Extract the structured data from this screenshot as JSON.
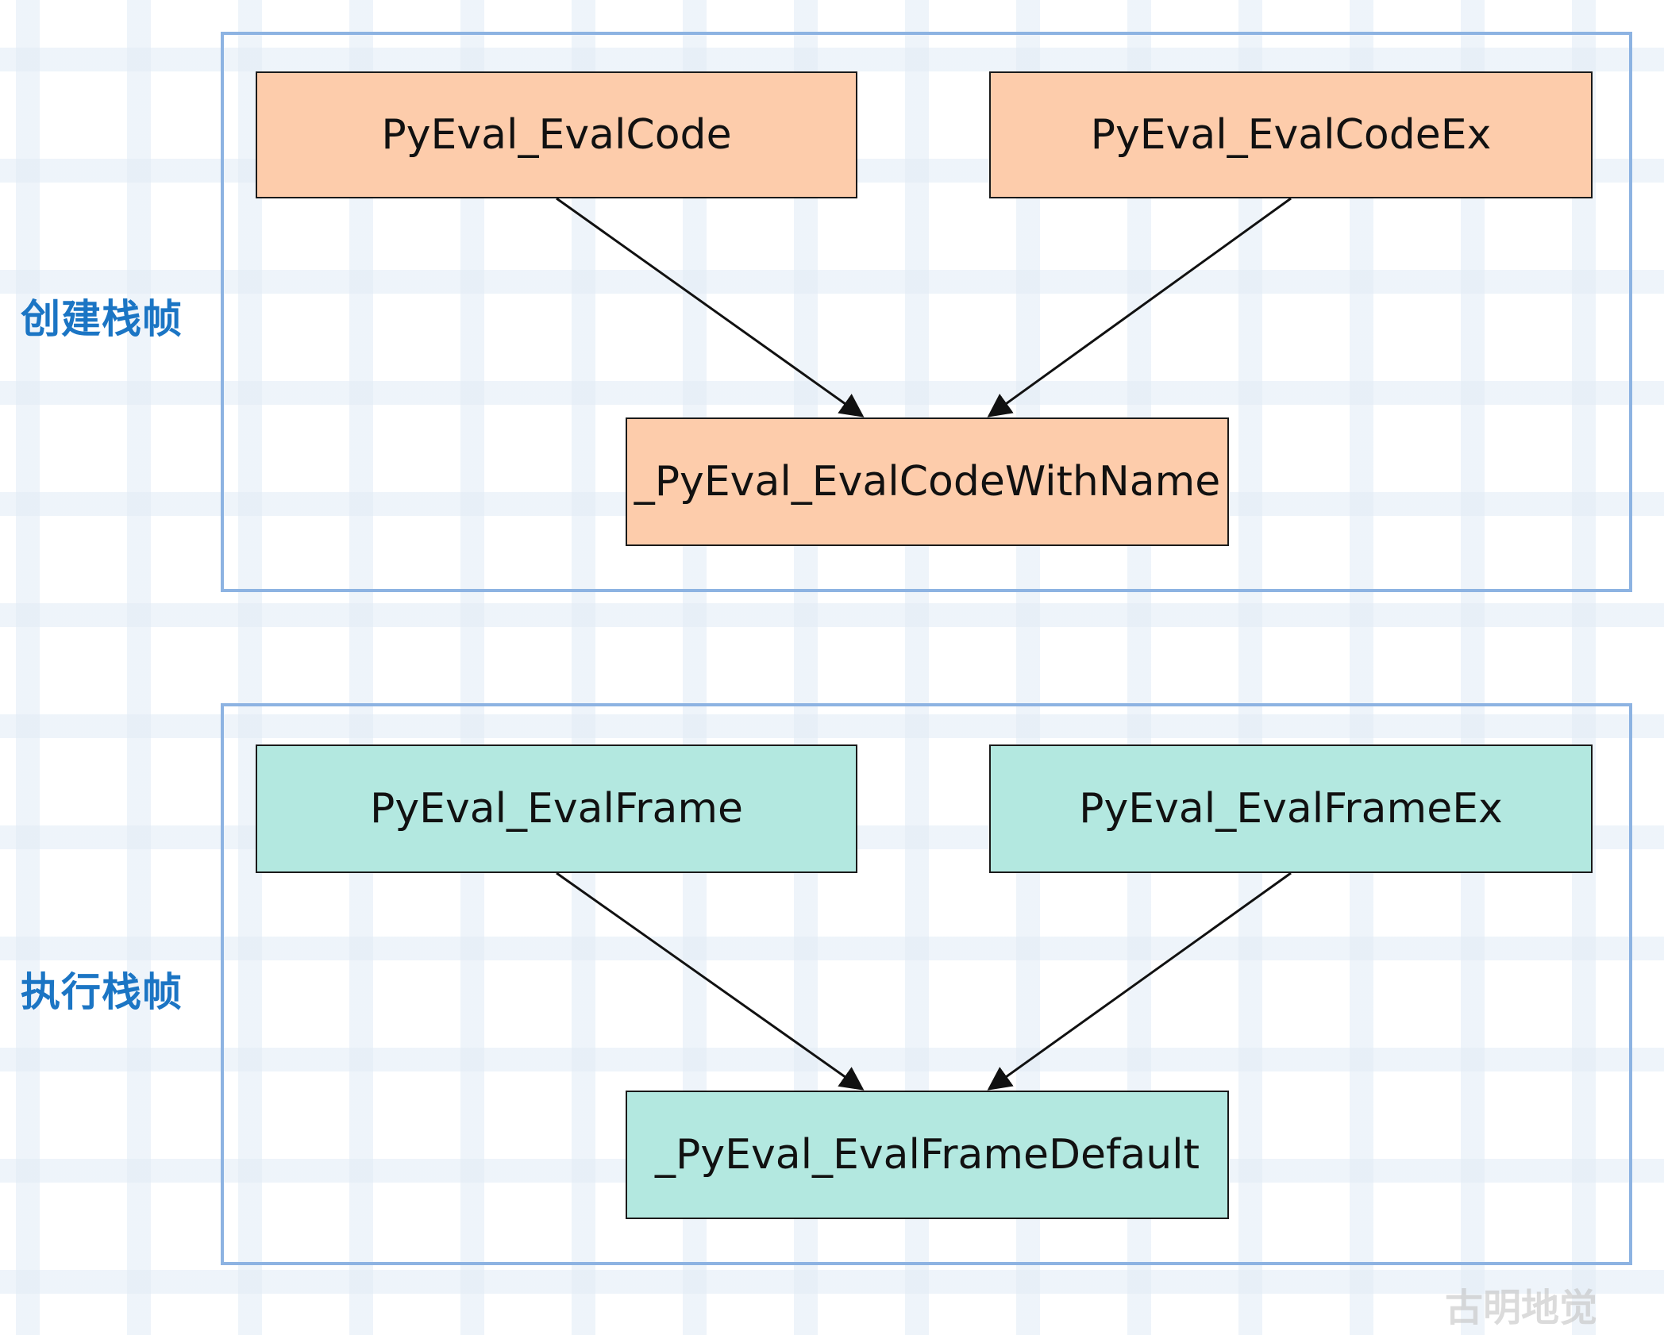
{
  "groups": {
    "create": {
      "label": "创建栈帧",
      "nodes": {
        "top_left": "PyEval_EvalCode",
        "top_right": "PyEval_EvalCodeEx",
        "bottom": "_PyEval_EvalCodeWithName"
      },
      "fill_color": "#fdccab"
    },
    "execute": {
      "label": "执行栈帧",
      "nodes": {
        "top_left": "PyEval_EvalFrame",
        "top_right": "PyEval_EvalFrameEx",
        "bottom": "_PyEval_EvalFrameDefault"
      },
      "fill_color": "#b3e8e0"
    }
  },
  "edges": [
    {
      "from": "PyEval_EvalCode",
      "to": "_PyEval_EvalCodeWithName"
    },
    {
      "from": "PyEval_EvalCodeEx",
      "to": "_PyEval_EvalCodeWithName"
    },
    {
      "from": "PyEval_EvalFrame",
      "to": "_PyEval_EvalFrameDefault"
    },
    {
      "from": "PyEval_EvalFrameEx",
      "to": "_PyEval_EvalFrameDefault"
    }
  ],
  "colors": {
    "group_border": "#8db3e2",
    "label_text": "#1b75c4"
  },
  "watermark": "古明地觉"
}
